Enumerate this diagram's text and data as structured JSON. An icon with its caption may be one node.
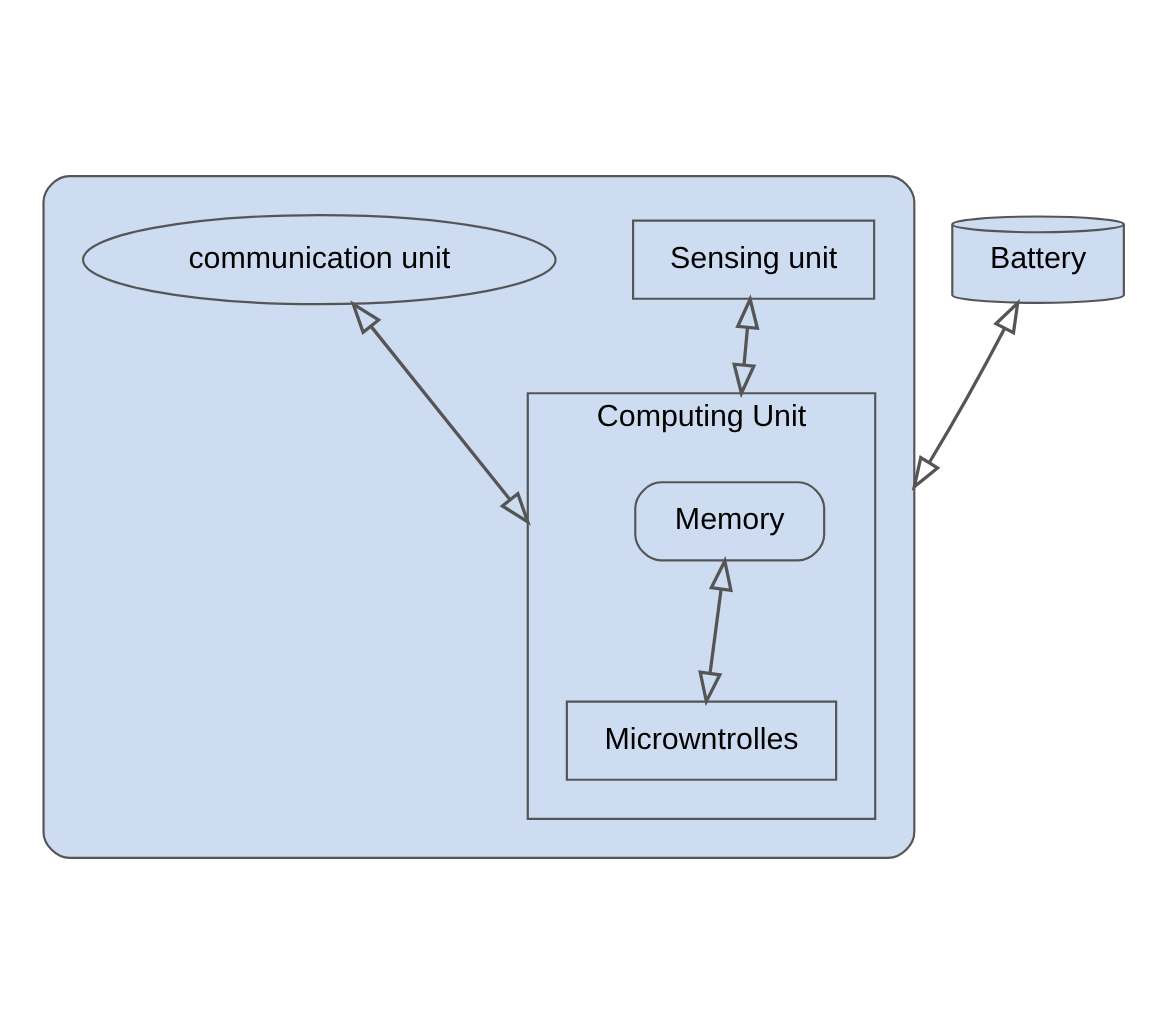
{
  "diagram": {
    "nodes": [
      {
        "text": [],
        "shape": "box"
      },
      {
        "text": [
          "Sensing unit"
        ],
        "in": 0
      },
      {
        "text": [
          "Computing Unit"
        ],
        "in": 0
      },
      {
        "text": [
          "Memory"
        ],
        "in": 2
      },
      {
        "text": [
          "Microwntrolles"
        ],
        "in": 2
      },
      {
        "text": [
          "communication unit"
        ],
        "in": 0
      },
      {
        "text": [
          "Battery"
        ]
      }
    ],
    "edges": [
      {
        "from": 1,
        "to": 2,
        "arrow": "both"
      },
      {
        "from": 3,
        "to": 4,
        "arrow": "both"
      },
      {
        "from": 2,
        "to": 5,
        "arrow": "both"
      },
      {
        "from": 0,
        "to": 6,
        "arrow": "both"
      }
    ]
  }
}
